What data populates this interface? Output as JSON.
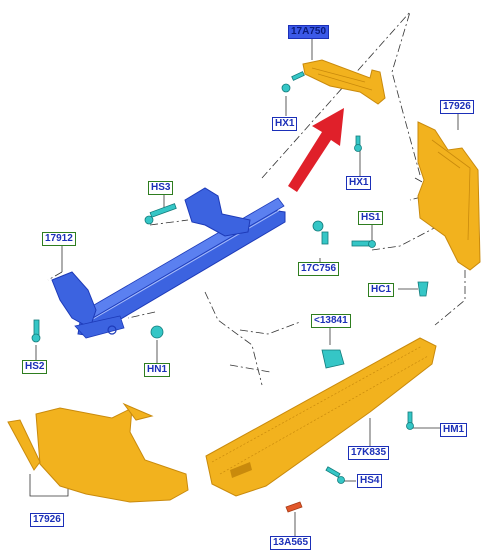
{
  "labels": {
    "l17a750": "17A750",
    "hx1_a": "HX1",
    "hx1_b": "HX1",
    "l17926_right": "17926",
    "hs3": "HS3",
    "l17912": "17912",
    "hs1": "HS1",
    "l17c756": "17C756",
    "hc1": "HC1",
    "hs2": "HS2",
    "hn1": "HN1",
    "l13841": "<13841",
    "hm1": "HM1",
    "l17k835": "17K835",
    "hs4": "HS4",
    "l17926_left": "17926",
    "l13a565": "13A565"
  },
  "colors": {
    "part_orange": "#f2b21e",
    "part_orange_dark": "#c98a0c",
    "beam_blue": "#3c63e0",
    "beam_blue_dark": "#1d3ab8",
    "fastener_teal": "#35c6c6",
    "arrow_red": "#e0202a",
    "reflector_red": "#e2572a",
    "label_blue": "#1b2fb8",
    "label_green": "#2e7d1f",
    "label_highlight": "#3b59e8"
  },
  "icons": [
    "bolt-icon",
    "clip-icon",
    "pointer-arrow-icon"
  ]
}
